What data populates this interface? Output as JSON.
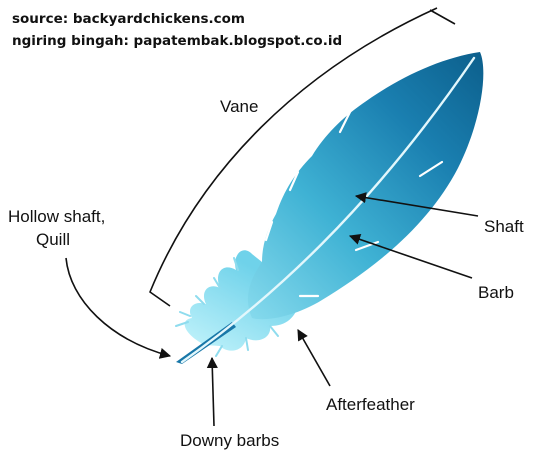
{
  "credits": {
    "source": "source: backyardchickens.com",
    "sent_by": "ngiring bingah: papatembak.blogspot.co.id"
  },
  "labels": {
    "vane": "Vane",
    "hollow_shaft_line1": "Hollow shaft,",
    "hollow_shaft_line2": "Quill",
    "shaft": "Shaft",
    "barb": "Barb",
    "afterfeather": "Afterfeather",
    "downy_barbs": "Downy barbs"
  },
  "colors": {
    "feather_dark": "#0c5f8c",
    "feather_mid": "#2b9cc2",
    "feather_light": "#8fe2f4",
    "shaft": "#dff6fc",
    "quill": "#1877a8",
    "ink": "#111111"
  }
}
